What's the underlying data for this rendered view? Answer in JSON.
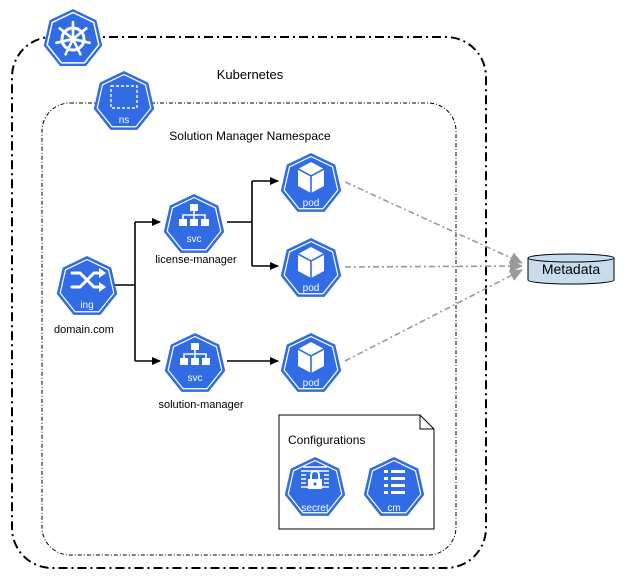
{
  "cluster": {
    "label": "Kubernetes"
  },
  "namespace": {
    "label": "Solution Manager Namespace",
    "icon_label": "ns"
  },
  "ingress": {
    "icon_label": "ing",
    "label": "domain.com"
  },
  "services": [
    {
      "icon_label": "svc",
      "label": "license-manager"
    },
    {
      "icon_label": "svc",
      "label": "solution-manager"
    }
  ],
  "pods": [
    {
      "icon_label": "pod"
    },
    {
      "icon_label": "pod"
    },
    {
      "icon_label": "pod"
    }
  ],
  "configurations": {
    "title": "Configurations",
    "items": [
      {
        "icon_label": "secret"
      },
      {
        "icon_label": "cm"
      }
    ]
  },
  "metadata": {
    "label": "Metadata"
  },
  "colors": {
    "k8s_blue": "#326ce5",
    "cylinder_fill": "#c9dcee",
    "dashed_arrow": "#999999",
    "border": "#000000"
  }
}
